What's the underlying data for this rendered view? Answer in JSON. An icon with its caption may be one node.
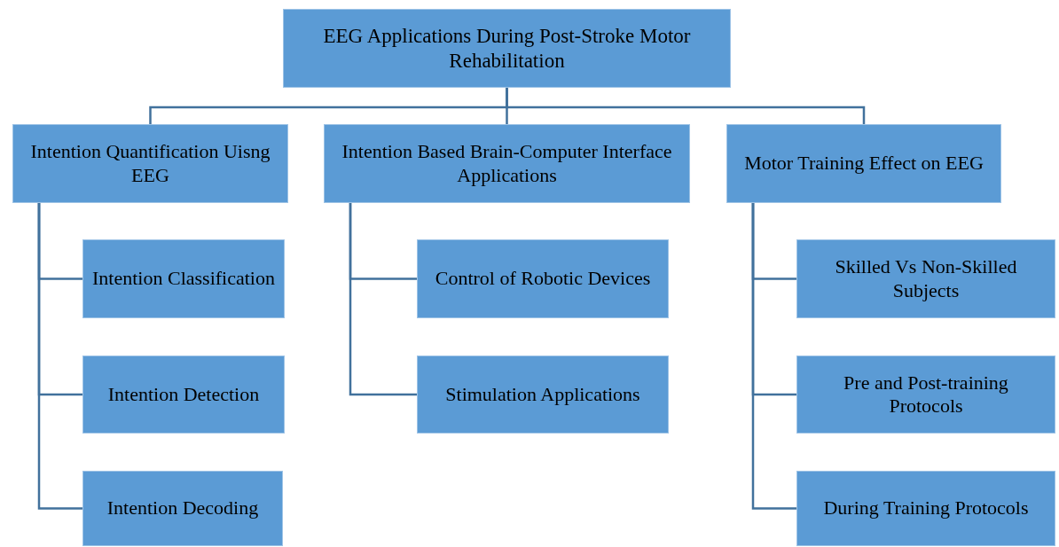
{
  "diagram": {
    "nodes": [
      {
        "text": [
          "EEG Applications During Post-Stroke Motor Rehabilitation"
        ]
      },
      {
        "text": [
          "Intention Quantification Uisng EEG"
        ]
      },
      {
        "text": [
          "Intention Based Brain-Computer Interface Applications"
        ]
      },
      {
        "text": [
          "Motor Training Effect on EEG"
        ]
      },
      {
        "text": [
          "Intention Classification"
        ]
      },
      {
        "text": [
          "Intention Detection"
        ]
      },
      {
        "text": [
          "Intention Decoding"
        ]
      },
      {
        "text": [
          "Control of Robotic Devices"
        ]
      },
      {
        "text": [
          "Stimulation Applications"
        ]
      },
      {
        "text": [
          "Skilled Vs Non-Skilled Subjects"
        ]
      },
      {
        "text": [
          "Pre and Post-training Protocols"
        ]
      },
      {
        "text": [
          "During Training Protocols"
        ]
      }
    ],
    "edges": [
      {
        "from": 0,
        "to": 1,
        "arrow": "none"
      },
      {
        "from": 0,
        "to": 2,
        "arrow": "none"
      },
      {
        "from": 0,
        "to": 3,
        "arrow": "none"
      },
      {
        "from": 1,
        "to": 4,
        "arrow": "none"
      },
      {
        "from": 1,
        "to": 5,
        "arrow": "none"
      },
      {
        "from": 1,
        "to": 6,
        "arrow": "none"
      },
      {
        "from": 2,
        "to": 7,
        "arrow": "none"
      },
      {
        "from": 2,
        "to": 8,
        "arrow": "none"
      },
      {
        "from": 3,
        "to": 9,
        "arrow": "none"
      },
      {
        "from": 3,
        "to": 10,
        "arrow": "none"
      },
      {
        "from": 3,
        "to": 11,
        "arrow": "none"
      }
    ]
  }
}
